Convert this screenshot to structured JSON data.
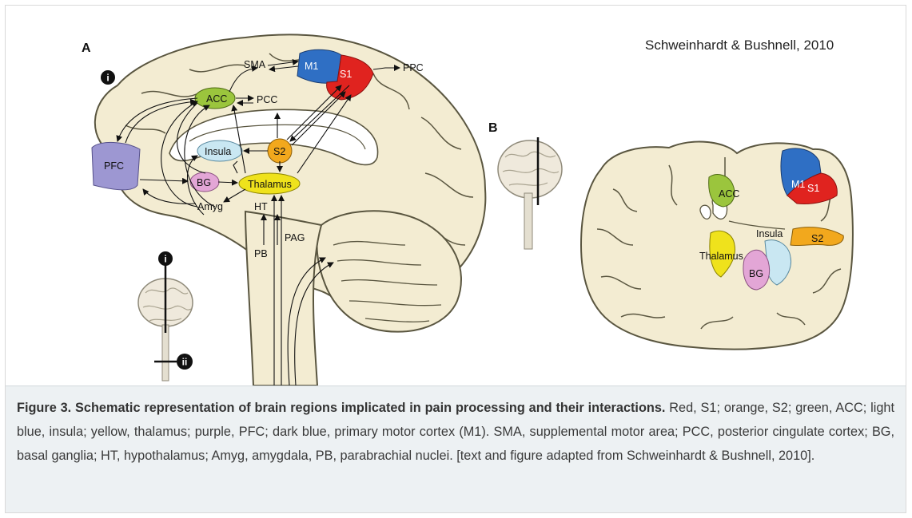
{
  "figure": {
    "panel_a_letter": "A",
    "panel_b_letter": "B",
    "citation": "Schweinhardt & Bushnell, 2010",
    "markers": {
      "i_top": "i",
      "i_bottom": "i",
      "ii": "ii"
    },
    "regions_a": {
      "sma": "SMA",
      "m1": "M1",
      "s1": "S1",
      "ppc": "PPC",
      "acc": "ACC",
      "pcc": "PCC",
      "pfc": "PFC",
      "insula": "Insula",
      "s2": "S2",
      "bg": "BG",
      "thalamus": "Thalamus",
      "amyg": "Amyg",
      "ht": "HT",
      "pag": "PAG",
      "pb": "PB"
    },
    "regions_b": {
      "m1": "M1",
      "s1": "S1",
      "acc": "ACC",
      "insula": "Insula",
      "s2": "S2",
      "thalamus": "Thalamus",
      "bg": "BG"
    },
    "colors": {
      "s1": "#e0231f",
      "m1": "#2f6fc4",
      "s2": "#f2a81d",
      "acc": "#9bc53d",
      "insula": "#c9e7f2",
      "thalamus": "#efe21c",
      "bg": "#e3a6d6",
      "pfc": "#9d97d2",
      "brain": "#f3ecd2",
      "brain_outline": "#5a5640"
    }
  },
  "caption": {
    "title": "Figure 3. Schematic representation of brain regions implicated in pain processing and their interactions.",
    "body": " Red, S1; orange, S2; green, ACC; light blue, insula; yellow, thalamus; purple, PFC; dark blue, primary motor cortex (M1). SMA, supplemental motor area; PCC, posterior cingulate cortex; BG, basal ganglia; HT, hypothalamus; Amyg, amygdala, PB, parabrachial nuclei. ",
    "source": "[text and figure adapted from Schweinhardt & Bushnell, 2010]."
  }
}
